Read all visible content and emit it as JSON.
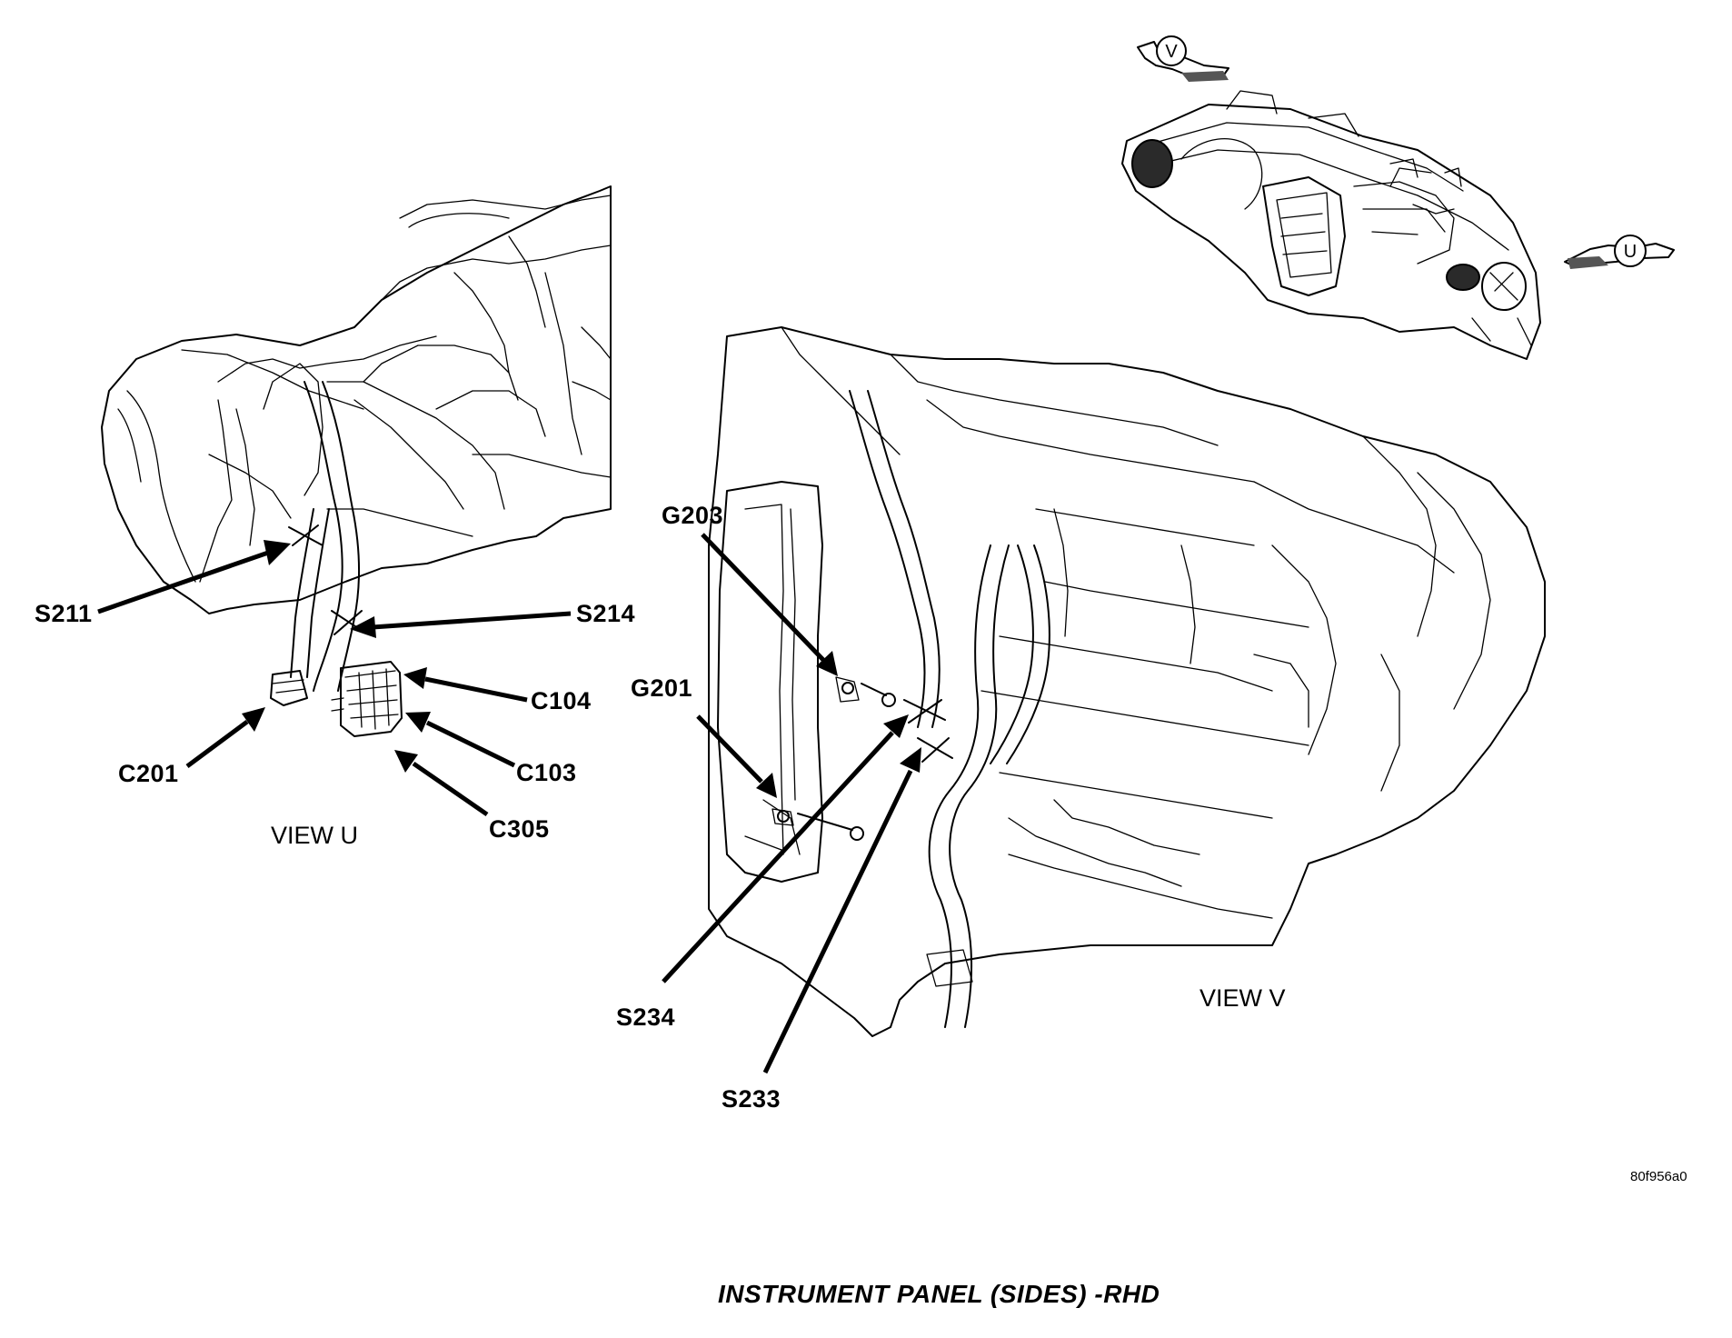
{
  "figure": {
    "caption": "INSTRUMENT PANEL (SIDES) -RHD",
    "figure_id": "80f956a0"
  },
  "views": {
    "view_u": "VIEW U",
    "view_v": "VIEW V",
    "arrow_tag_v": "V",
    "arrow_tag_u": "U"
  },
  "callouts": {
    "s211": "S211",
    "s214": "S214",
    "c104": "C104",
    "c201": "C201",
    "c103": "C103",
    "c305": "C305",
    "g203": "G203",
    "g201": "G201",
    "s234": "S234",
    "s233": "S233"
  }
}
